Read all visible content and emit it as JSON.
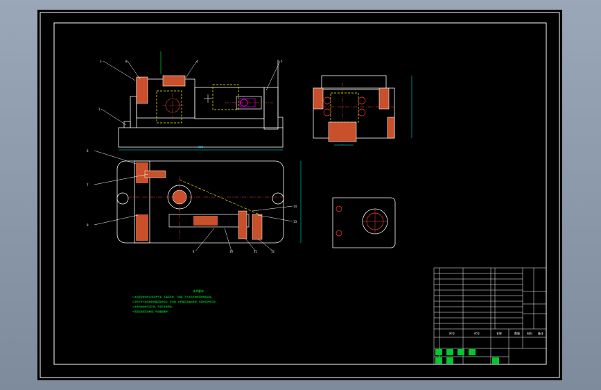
{
  "drawing": {
    "callouts": [
      "3",
      "8",
      "4",
      "5",
      "1",
      "6",
      "7",
      "9",
      "14",
      "13",
      "4",
      "10",
      "11",
      "12"
    ],
    "notes": {
      "title": "技术要求",
      "lines": [
        "1.夹具装配前零件必须清洗干净，不得有毛刺、飞边等，不允许有影响使用的缺陷存在。",
        "2.定位元件与夹具体配合面应贴合良好，定位销、衬套等应涂油后装配，紧固件应拧紧可靠。",
        "3.夹紧机构动作灵活可靠，不得有卡滞现象。",
        "4.装配后检查定位精度，符合图纸要求。"
      ]
    },
    "title_block": {
      "headers": [
        "序号",
        "代号",
        "名称",
        "数量",
        "材料",
        "备注"
      ]
    }
  },
  "colors": {
    "background": "#000000",
    "outline": "#ffffff",
    "hidden_line": "#ffff00",
    "center_line": "#ff0000",
    "hatch": "#e05a00",
    "dimension": "#00ffff",
    "text": "#00ff3c",
    "accent": "#ff00ff"
  }
}
